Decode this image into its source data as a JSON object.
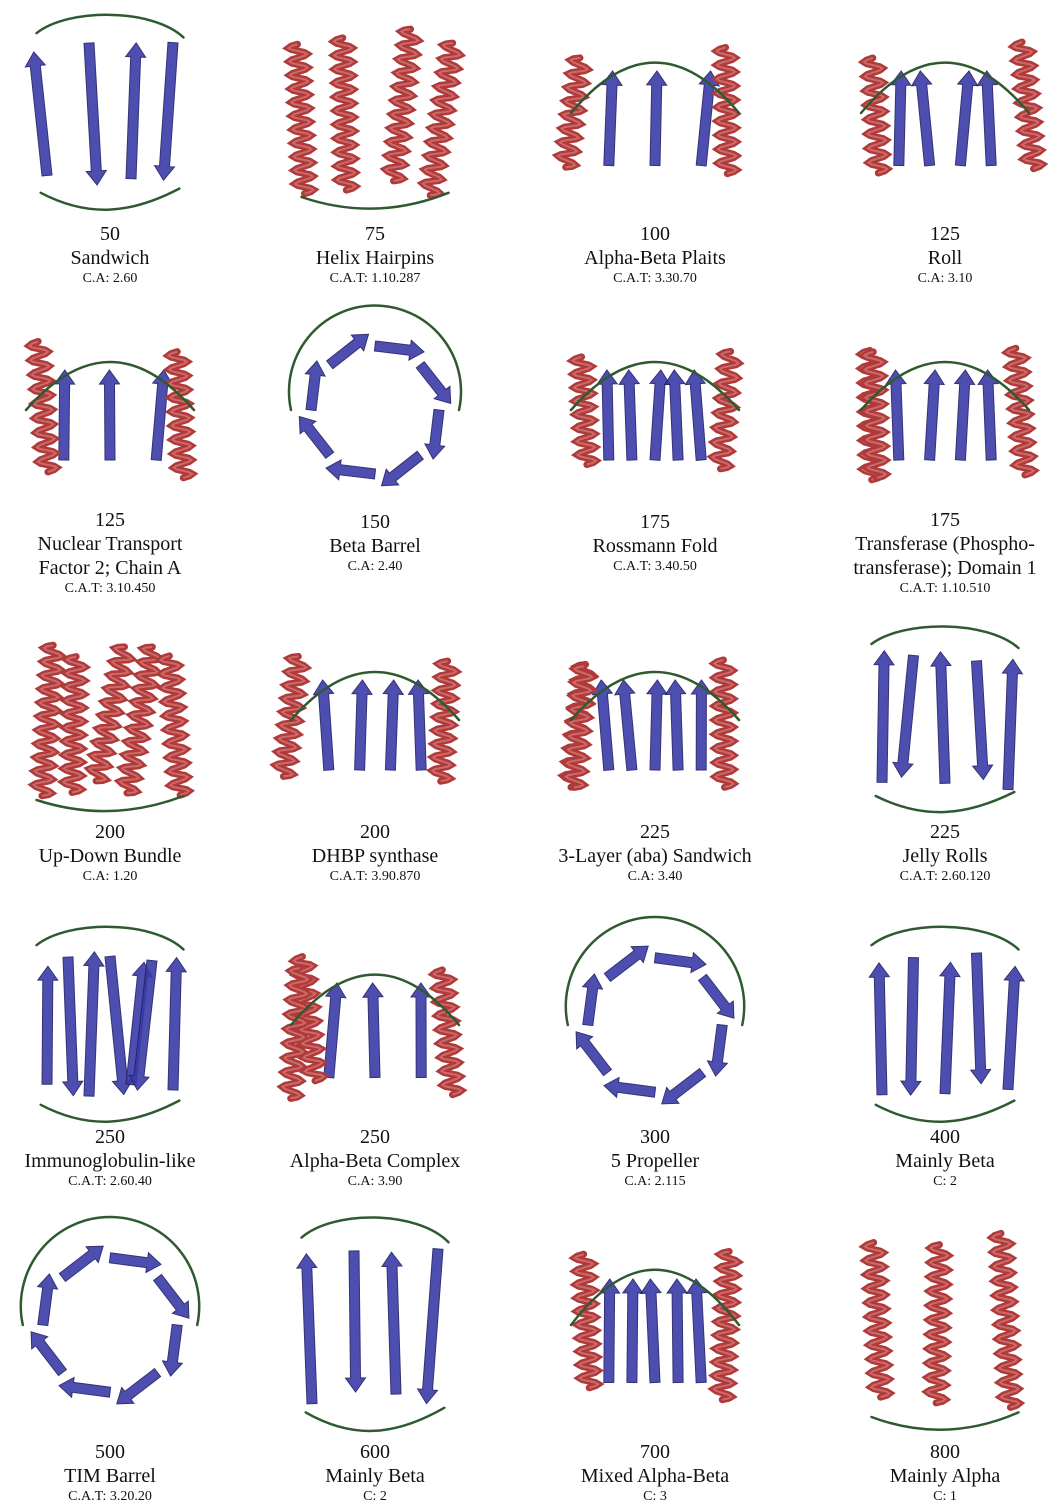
{
  "colors": {
    "helix": "#b03a3a",
    "strand": "#3b3ba8",
    "loop": "#2f5a2f"
  },
  "panels": [
    {
      "number": "50",
      "name": "Sandwich",
      "classification": "C.A: 2.60",
      "motif": "strand"
    },
    {
      "number": "75",
      "name": "Helix Hairpins",
      "classification": "C.A.T: 1.10.287",
      "motif": "helix"
    },
    {
      "number": "100",
      "name": "Alpha-Beta Plaits",
      "classification": "C.A.T: 3.30.70",
      "motif": "mixed"
    },
    {
      "number": "125",
      "name": "Roll",
      "classification": "C.A: 3.10",
      "motif": "mixed"
    },
    {
      "number": "125",
      "name": "Nuclear Transport",
      "name2": "Factor 2; Chain A",
      "classification": "C.A.T: 3.10.450",
      "motif": "mixed"
    },
    {
      "number": "150",
      "name": "Beta Barrel",
      "classification": "C.A: 2.40",
      "motif": "barrel"
    },
    {
      "number": "175",
      "name": "Rossmann Fold",
      "classification": "C.A.T: 3.40.50",
      "motif": "mixed"
    },
    {
      "number": "175",
      "name": "Transferase (Phospho-",
      "name2": "transferase); Domain 1",
      "classification": "C.A.T: 1.10.510",
      "motif": "mixed"
    },
    {
      "number": "200",
      "name": "Up-Down Bundle",
      "classification": "C.A: 1.20",
      "motif": "helix"
    },
    {
      "number": "200",
      "name": "DHBP synthase",
      "classification": "C.A.T: 3.90.870",
      "motif": "mixed"
    },
    {
      "number": "225",
      "name": "3-Layer (aba) Sandwich",
      "classification": "C.A: 3.40",
      "motif": "mixed"
    },
    {
      "number": "225",
      "name": "Jelly Rolls",
      "classification": "C.A.T: 2.60.120",
      "motif": "strand"
    },
    {
      "number": "250",
      "name": "Immunoglobulin-like",
      "classification": "C.A.T: 2.60.40",
      "motif": "strand"
    },
    {
      "number": "250",
      "name": "Alpha-Beta Complex",
      "classification": "C.A: 3.90",
      "motif": "mixed"
    },
    {
      "number": "300",
      "name": "5 Propeller",
      "classification": "C.A: 2.115",
      "motif": "barrel"
    },
    {
      "number": "400",
      "name": "Mainly Beta",
      "classification": "C: 2",
      "motif": "strand"
    },
    {
      "number": "500",
      "name": "TIM Barrel",
      "classification": "C.A.T: 3.20.20",
      "motif": "barrel"
    },
    {
      "number": "600",
      "name": "Mainly Beta",
      "classification": "C: 2",
      "motif": "strand"
    },
    {
      "number": "700",
      "name": "Mixed Alpha-Beta",
      "classification": "C: 3",
      "motif": "mixed"
    },
    {
      "number": "800",
      "name": "Mainly Alpha",
      "classification": "C: 1",
      "motif": "helix"
    }
  ]
}
